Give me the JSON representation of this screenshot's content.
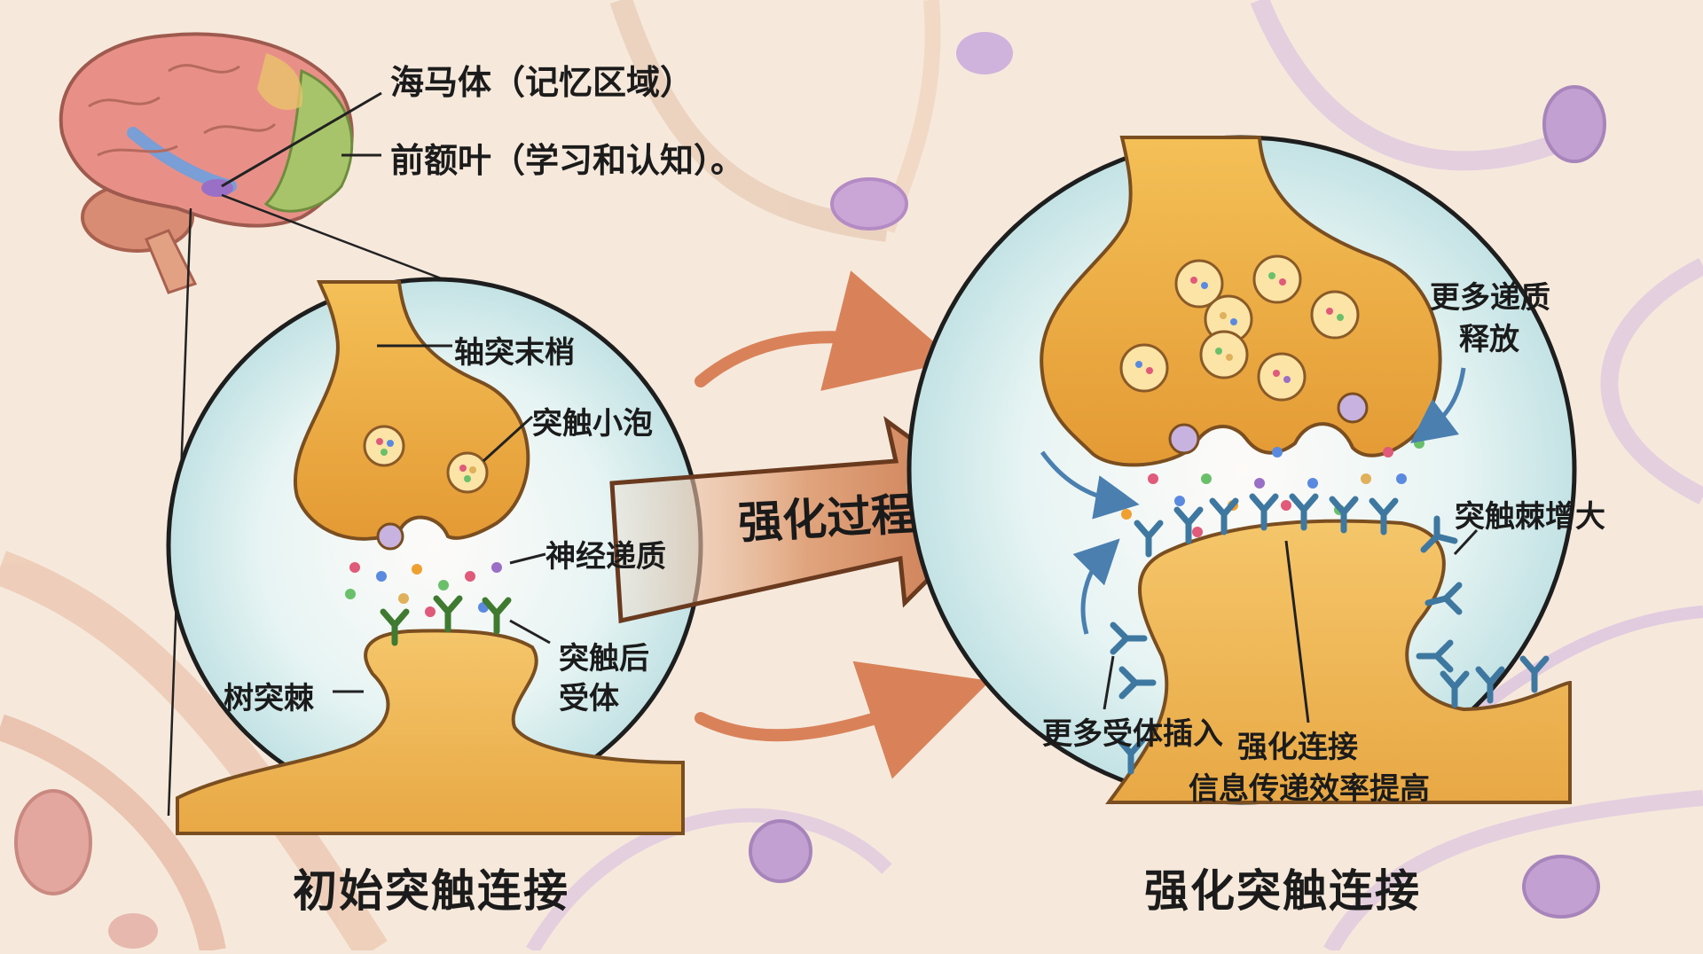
{
  "brain_labels": {
    "hippocampus": "海马体（记忆区域）",
    "prefrontal": "前额叶（学习和认知）。"
  },
  "initial": {
    "caption": "初始突触连接",
    "labels": {
      "axon_terminal": "轴突末梢",
      "vesicle": "突触小泡",
      "neurotransmitter": "神经递质",
      "receptor_line1": "突触后",
      "receptor_line2": "受体",
      "dendritic_spine": "树突棘"
    }
  },
  "process_arrow_label": "强化过程",
  "strengthened": {
    "caption": "强化突触连接",
    "labels": {
      "more_release_line1": "更多递质",
      "more_release_line2": "释放",
      "spine_enlarged": "突触棘增大",
      "more_receptors": "更多受体插入",
      "strengthen_line1": "强化连接",
      "strengthen_line2": "信息传递效率提高"
    }
  },
  "colors": {
    "background": "#f6e9dc",
    "bubble_fill": "#d9eef0",
    "neuron_gold": "#f0b54a",
    "arrow": "#d98a5a",
    "receptor_green": "#79b85a",
    "receptor_blue": "#4b8fb0",
    "bg_cell_purple": "#c9a6d6"
  }
}
